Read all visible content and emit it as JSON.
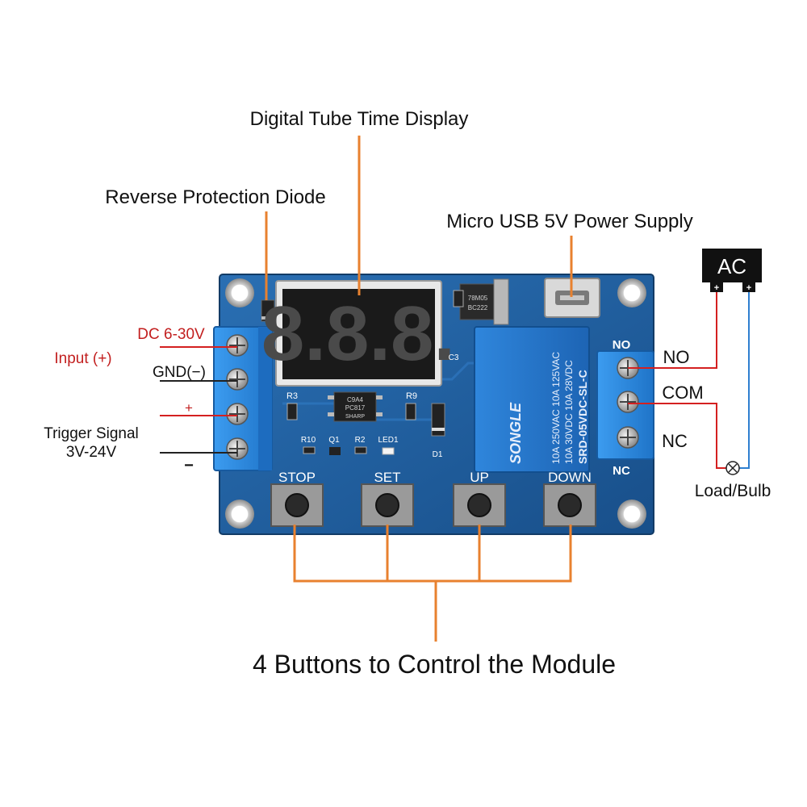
{
  "callouts": {
    "display": "Digital Tube Time Display",
    "diode": "Reverse Protection Diode",
    "usb": "Micro USB 5V Power Supply",
    "buttons": "4 Buttons to Control the Module"
  },
  "input": {
    "label": "Input (+)",
    "dc": "DC 6-30V",
    "gnd": "GND(−)",
    "plus": "+",
    "trigger_line1": "Trigger Signal",
    "trigger_line2": "3V-24V",
    "minus": "−"
  },
  "output": {
    "ac": "AC",
    "ac_plus_left": "+",
    "ac_plus_right": "+",
    "no": "NO",
    "com": "COM",
    "nc": "NC",
    "load": "Load/Bulb"
  },
  "board": {
    "display_digits": "8.8.8.",
    "button_labels": [
      "STOP",
      "SET",
      "UP",
      "DOWN"
    ],
    "silk_no": "NO",
    "silk_nc": "NC",
    "silk_r3": "R3",
    "silk_r9": "R9",
    "silk_r10": "R10",
    "silk_q1": "Q1",
    "silk_r2": "R2",
    "silk_led1": "LED1",
    "silk_d1": "D1",
    "silk_c3": "C3",
    "chip_line1": "C9A4",
    "chip_line2": "PC817",
    "chip_line3": "SHARP",
    "regulator_line1": "78M05",
    "regulator_line2": "BC222",
    "relay_brand": "SONGLE",
    "relay_model": "SRD-05VDC-SL-C",
    "relay_spec1": "10A 250VAC  10A 125VAC",
    "relay_spec2": "10A 30VDC  10A 28VDC"
  },
  "colors": {
    "callout_line": "#e8812f",
    "red_wire": "#d42020",
    "blue_wire": "#2f7fd0",
    "pcb": "#1f5fa0",
    "terminal": "#2f8fe0",
    "input_red_text": "#c21f1f"
  }
}
